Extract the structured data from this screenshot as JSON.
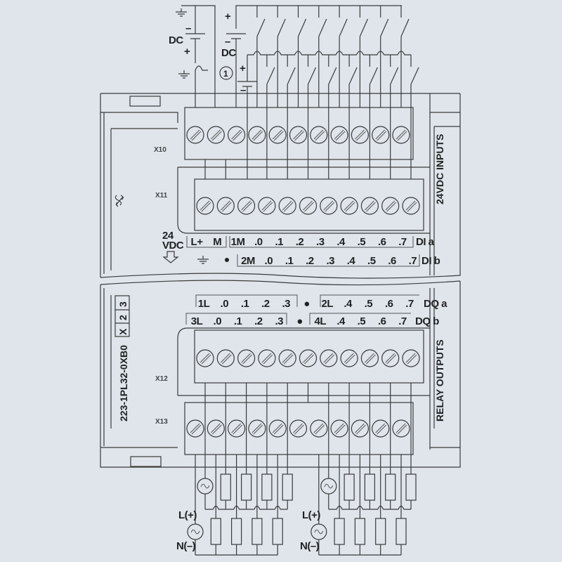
{
  "colors": {
    "background": "#dfe5eb",
    "line": "#3a3a3a"
  },
  "supply_1": {
    "label": "DC",
    "plus": "+",
    "minus": "–"
  },
  "supply_2": {
    "label": "DC",
    "plus": "+",
    "minus": "–"
  },
  "supply_3": {
    "plus": "+",
    "minus": "–"
  },
  "note_marker": "1",
  "connectors": {
    "x10": "X10",
    "x11": "X11",
    "x12": "X12",
    "x13": "X13"
  },
  "power_label": {
    "line1": "24",
    "line2": "VDC"
  },
  "inputs_title": "24VDC INPUTS",
  "outputs_title": "RELAY OUTPUTS",
  "part_number": "223-1PL32-0XB0",
  "slot_label": [
    "X",
    "2",
    "3"
  ],
  "di_a": {
    "terminals": [
      "L+",
      "M",
      "1M",
      ".0",
      ".1",
      ".2",
      ".3",
      ".4",
      ".5",
      ".6",
      ".7"
    ],
    "group": "DI a"
  },
  "di_b": {
    "terminals": [
      "2M",
      ".0",
      ".1",
      ".2",
      ".3",
      ".4",
      ".5",
      ".6",
      ".7"
    ],
    "group": "DI b"
  },
  "dq_a": {
    "terminals": [
      "1L",
      ".0",
      ".1",
      ".2",
      ".3",
      "●",
      "2L",
      ".4",
      ".5",
      ".6",
      ".7"
    ],
    "group": "DQ a"
  },
  "dq_b": {
    "terminals": [
      "3L",
      ".0",
      ".1",
      ".2",
      ".3",
      "●",
      "4L",
      ".4",
      ".5",
      ".6",
      ".7"
    ],
    "group": "DQ b"
  },
  "ac_sources": {
    "line": "L(+)",
    "neutral": "N(–)"
  },
  "icons": [
    "ground-icon",
    "battery-icon",
    "switch-icon",
    "screw-terminal-icon",
    "ac-source-icon",
    "load-icon",
    "siemens-logo-icon",
    "power-arrow-icon"
  ]
}
